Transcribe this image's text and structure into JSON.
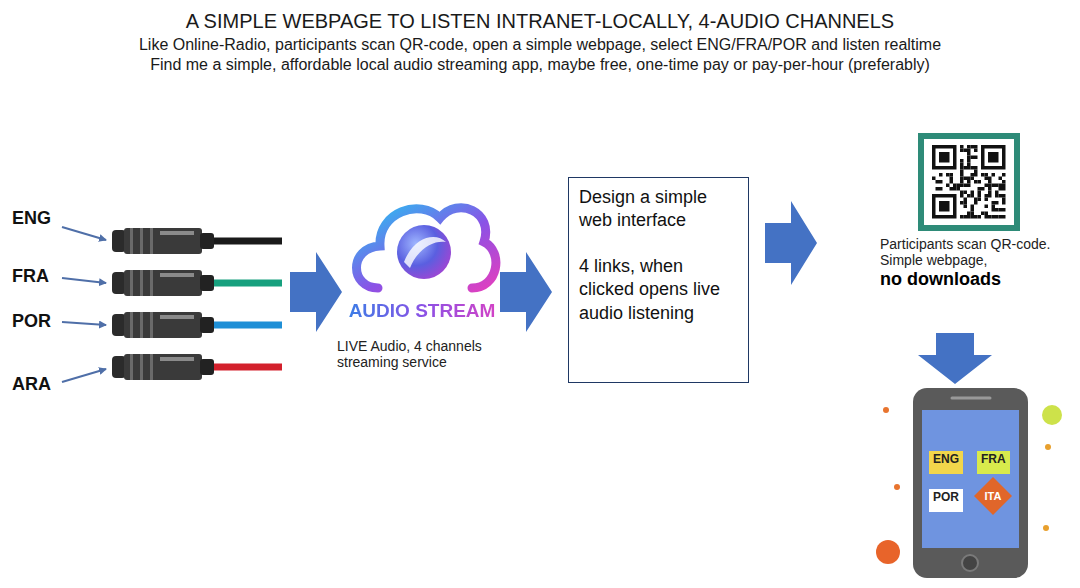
{
  "diagram": {
    "title": "A SIMPLE WEBPAGE TO LISTEN INTRANET-LOCALLY, 4-AUDIO CHANNELS",
    "nodes": [
      {
        "text": [
          "Design a simple web interface",
          "4 links, when clicked opens live audio listening"
        ]
      },
      {
        "text": [
          "ENG"
        ]
      },
      {
        "text": [
          "FRA"
        ]
      },
      {
        "text": [
          "POR"
        ]
      },
      {
        "text": [
          "ITA"
        ]
      }
    ],
    "labels": [
      "Like Online-Radio, participants scan QR-code, open a simple webpage, select ENG/FRA/POR and listen realtime",
      "Find me a simple, affordable local audio streaming app, maybe free, one-time pay or pay-per-hour (preferably)",
      "ENG",
      "FRA",
      "POR",
      "ARA",
      "AUDIO STREAM",
      "LIVE Audio, 4 channels streaming service",
      "Participants scan QR-code. Simple webpage,",
      "no downloads"
    ]
  }
}
